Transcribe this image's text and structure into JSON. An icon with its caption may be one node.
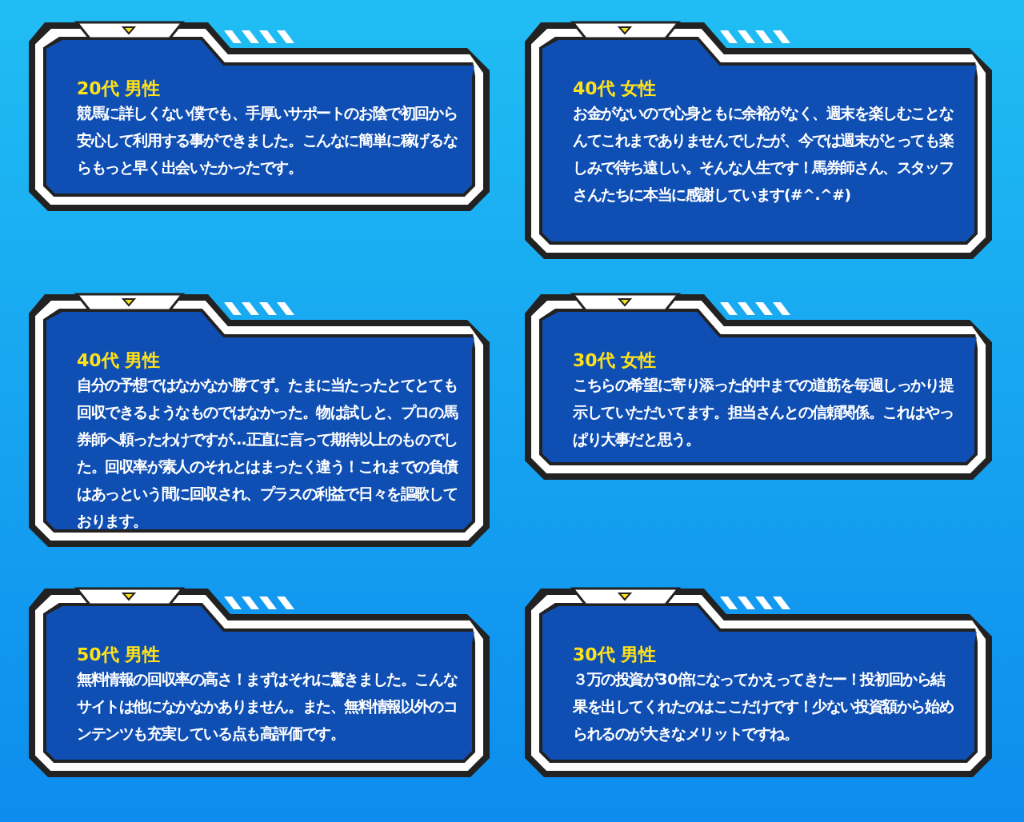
{
  "diagram": {
    "nodes": [
      {
        "text": [
          "20代 男性",
          "競馬に詳しくない僕でも、手厚いサポートのお陰で初回から安心して利用する事ができました。こんなに簡単に稼げるならもっと早く出会いたかったです。"
        ]
      },
      {
        "text": [
          "40代 女性",
          "お金がないので心身ともに余裕がなく、週末を楽しむことなんてこれまでありませんでしたが、今では週末がとっても楽しみで待ち遠しい。そんな人生です！馬券師さん、スタッフさんたちに本当に感謝しています(#^.^#)"
        ]
      },
      {
        "text": [
          "40代 男性",
          "自分の予想ではなかなか勝てず。たまに当たったとてとても回収できるようなものではなかった。物は試しと、プロの馬券師へ頼ったわけですが…正直に言って期待以上のものでした。回収率が素人のそれとはまったく違う！これまでの負債はあっという間に回収され、プラスの利益で日々を謳歌しております。"
        ]
      },
      {
        "text": [
          "30代 女性",
          "こちらの希望に寄り添った的中までの道筋を毎週しっかり提示していただいてます。担当さんとの信頼関係。これはやっぱり大事だと思う。"
        ]
      },
      {
        "text": [
          "50代 男性",
          "無料情報の回収率の高さ！まずはそれに驚きました。こんなサイトは他になかなかありません。また、無料情報以外のコンテンツも充実している点も高評価です。"
        ]
      },
      {
        "text": [
          "30代 男性",
          "３万の投資が30倍になってかえってきたー！投初回から結果を出してくれたのはここだけです！少ない投資額から始められるのが大きなメリットですね。"
        ]
      }
    ]
  }
}
